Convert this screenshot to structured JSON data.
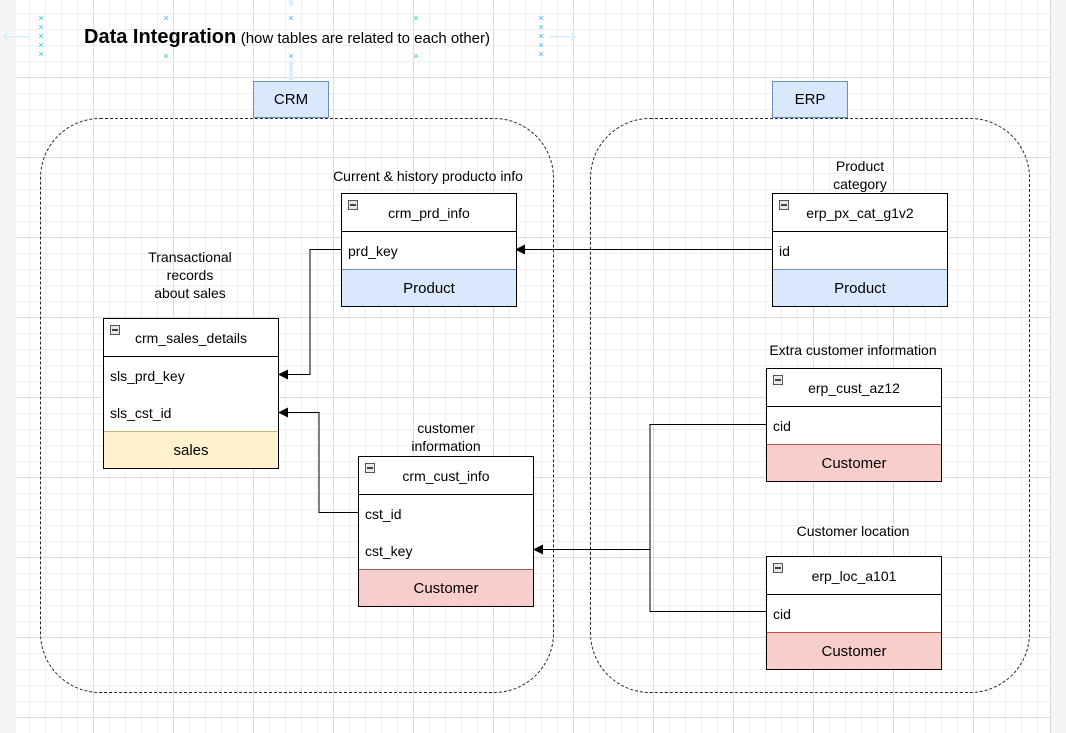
{
  "title": {
    "main": "Data Integration",
    "subtitle": "(how tables are related to each other)"
  },
  "groups": {
    "crm": "CRM",
    "erp": "ERP"
  },
  "notes": {
    "prd_info": "Current & history producto info",
    "sales_line1": "Transactional",
    "sales_line2": "records",
    "sales_line3": "about sales",
    "px_line1": "Product",
    "px_line2": "category",
    "cust_line1": "customer",
    "cust_line2": "information",
    "az12": "Extra customer information",
    "loc": "Customer location"
  },
  "tables": {
    "crm_prd_info": {
      "name": "crm_prd_info",
      "rows": [
        "prd_key"
      ],
      "footer": "Product"
    },
    "crm_sales_details": {
      "name": "crm_sales_details",
      "rows": [
        "sls_prd_key",
        "sls_cst_id"
      ],
      "footer": "sales"
    },
    "crm_cust_info": {
      "name": "crm_cust_info",
      "rows": [
        "cst_id",
        "cst_key"
      ],
      "footer": "Customer"
    },
    "erp_px_cat_g1v2": {
      "name": "erp_px_cat_g1v2",
      "rows": [
        "id"
      ],
      "footer": "Product"
    },
    "erp_cust_az12": {
      "name": "erp_cust_az12",
      "rows": [
        "cid"
      ],
      "footer": "Customer"
    },
    "erp_loc_a101": {
      "name": "erp_loc_a101",
      "rows": [
        "cid"
      ],
      "footer": "Customer"
    }
  },
  "colors": {
    "blue_fill": "#dae8fc",
    "red_fill": "#f8cecc",
    "yellow_fill": "#fff2cc",
    "selection": "#29b6f2"
  }
}
